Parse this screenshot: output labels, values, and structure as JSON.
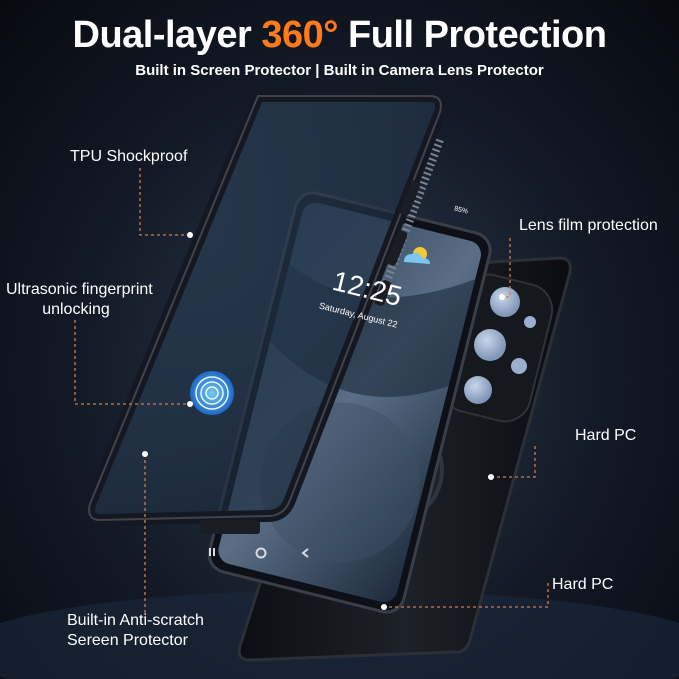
{
  "headline": {
    "prefix": "Dual-layer ",
    "accent": "360°",
    "suffix": " Full Protection",
    "subtitle": "Built in Screen Protector | Built in Camera Lens Protector"
  },
  "phone_screen": {
    "battery": "85%",
    "clock": "12:25",
    "date": "Saturday, August 22"
  },
  "callouts": {
    "tpu_shockproof": "TPU Shockproof",
    "fingerprint_line1": "Ultrasonic fingerprint",
    "fingerprint_line2": "unlocking",
    "lens_film": "Lens film protection",
    "hard_pc_1": "Hard PC",
    "hard_pc_2": "Hard PC",
    "screen_protector_line1": "Built-in Anti-scratch",
    "screen_protector_line2": "Sereen Protector"
  },
  "colors": {
    "accent": "#ff7a1a",
    "callout_line": "#e0783a",
    "background": "#131a26"
  },
  "icons": [
    "fingerprint-icon",
    "weather-icon",
    "camera-lens-icon",
    "nav-buttons-icon"
  ]
}
